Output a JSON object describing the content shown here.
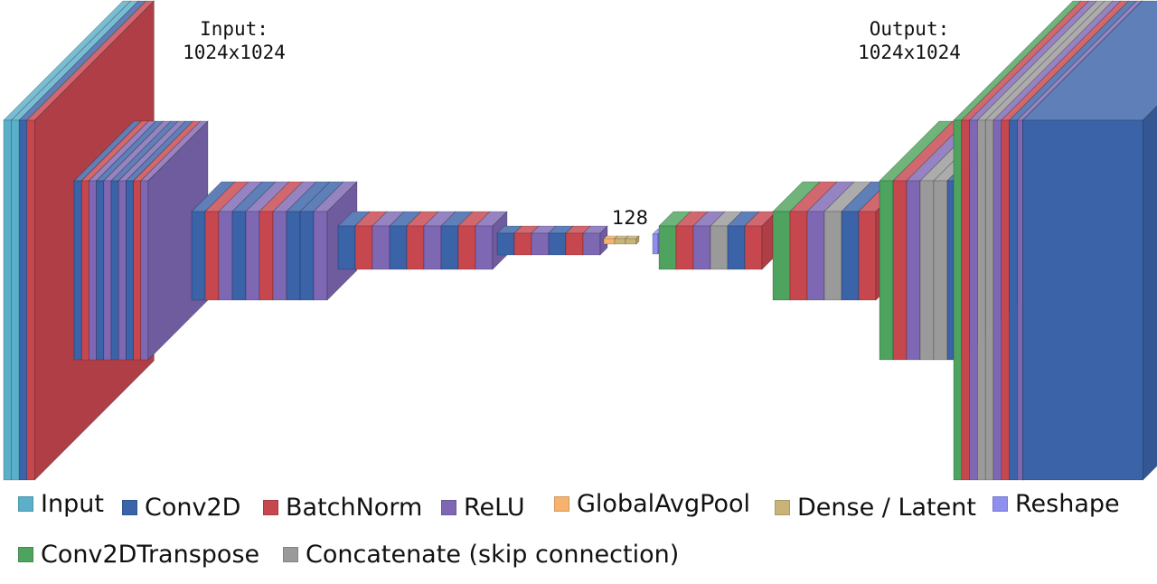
{
  "annotations": {
    "input_title": "Input:",
    "input_size": "1024x1024",
    "output_title": "Output:",
    "output_size": "1024x1024",
    "latent_size": "128"
  },
  "legend": [
    {
      "key": "input",
      "label": "Input",
      "color": "#5AAFC9"
    },
    {
      "key": "conv2d",
      "label": "Conv2D",
      "color": "#3B63A8"
    },
    {
      "key": "batchnorm",
      "label": "BatchNorm",
      "color": "#C7474F"
    },
    {
      "key": "relu",
      "label": "ReLU",
      "color": "#7E68B4"
    },
    {
      "key": "globalavgpool",
      "label": "GlobalAvgPool",
      "color": "#F7B26E"
    },
    {
      "key": "dense",
      "label": "Dense / Latent",
      "color": "#C9B478"
    },
    {
      "key": "reshape",
      "label": "Reshape",
      "color": "#8F8FF0"
    },
    {
      "key": "conv2dtranspose",
      "label": "Conv2DTranspose",
      "color": "#4EA35E"
    },
    {
      "key": "concatenate",
      "label": "Concatenate (skip connection)",
      "color": "#9A9A9A"
    }
  ]
}
